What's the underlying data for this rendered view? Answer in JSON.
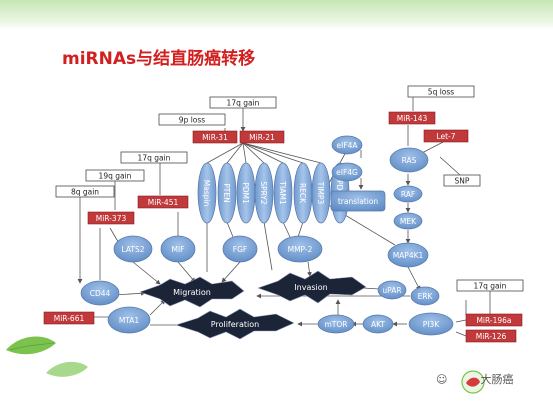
{
  "slide": {
    "title": "miRNAs与结直肠癌转移"
  },
  "loss_gain_labels": {
    "g17q_top": "17q gain",
    "l9p": "9p loss",
    "g17q_mid": "17q gain",
    "g19q": "19q gain",
    "g8q": "8q gain",
    "l5q": "5q loss",
    "snp": "SNP",
    "g17q_right": "17q gain"
  },
  "mirnas": {
    "mir31": "MiR-31",
    "mir21": "MiR-21",
    "mir451": "MiR-451",
    "mir373": "MiR-373",
    "mir661": "MiR-661",
    "mir143": "MiR-143",
    "let7": "Let-7",
    "mir196a": "MiR-196a",
    "mir126": "MiR-126"
  },
  "targets": [
    "Maspin",
    "PTEN",
    "PDM1",
    "SPRY2",
    "TIAM1",
    "RECK",
    "TIMP3",
    "PDCD4"
  ],
  "nodes": {
    "eif4a": "eIF4A",
    "eif4g": "eIF4G",
    "translation": "translation",
    "ras": "RAS",
    "raf": "RAF",
    "mek": "MEK",
    "map4k1": "MAP4K1",
    "lats2": "LATS2",
    "mif": "MIF",
    "fgf": "FGF",
    "mmp2": "MMP-2",
    "cd44": "CD44",
    "mta1": "MTA1",
    "upar": "uPAR",
    "erk": "ERK",
    "pi3k": "PI3K",
    "akt": "AKT",
    "mtor": "mTOR"
  },
  "outcomes": {
    "migration": "Migration",
    "invasion": "Invasion",
    "proliferation": "Proliferation"
  },
  "watermark": "大肠癌"
}
